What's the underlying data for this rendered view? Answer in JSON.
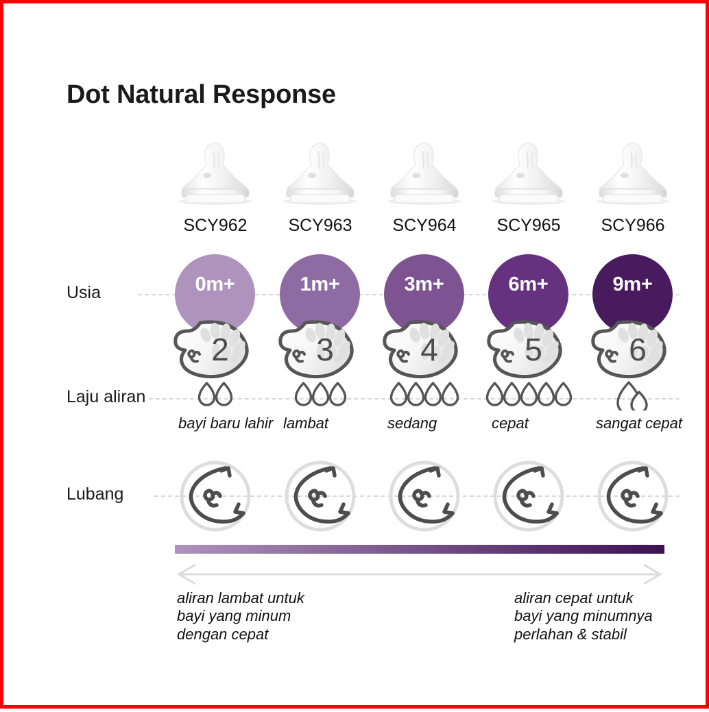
{
  "meta": {
    "title": "Dot Natural Response",
    "border_color": "#ff0000",
    "background": "#ffffff"
  },
  "rows": {
    "age_label": "Usia",
    "flow_label": "Laju aliran",
    "hole_label": "Lubang"
  },
  "columns": [
    {
      "code": "SCY962",
      "age": "0m+",
      "age_color": "#ae93bd",
      "nipple_number": "2",
      "drops": 2,
      "flow_text": "bayi\nbaru lahir",
      "nipple_icon": "nipple-schematic-icon",
      "drop_icon": "flow-drops-icon",
      "hole_icon": "nipple-hole-icon",
      "photo_icon": "nipple-photo"
    },
    {
      "code": "SCY963",
      "age": "1m+",
      "age_color": "#8f6ba3",
      "nipple_number": "3",
      "drops": 3,
      "flow_text": "lambat",
      "nipple_icon": "nipple-schematic-icon",
      "drop_icon": "flow-drops-icon",
      "hole_icon": "nipple-hole-icon",
      "photo_icon": "nipple-photo"
    },
    {
      "code": "SCY964",
      "age": "3m+",
      "age_color": "#7d5391",
      "nipple_number": "4",
      "drops": 4,
      "flow_text": "sedang",
      "nipple_icon": "nipple-schematic-icon",
      "drop_icon": "flow-drops-icon",
      "hole_icon": "nipple-hole-icon",
      "photo_icon": "nipple-photo"
    },
    {
      "code": "SCY965",
      "age": "6m+",
      "age_color": "#663280",
      "nipple_number": "5",
      "drops": 5,
      "flow_text": "cepat",
      "nipple_icon": "nipple-schematic-icon",
      "drop_icon": "flow-drops-icon",
      "hole_icon": "nipple-hole-icon",
      "photo_icon": "nipple-photo"
    },
    {
      "code": "SCY966",
      "age": "9m+",
      "age_color": "#481a5e",
      "nipple_number": "6",
      "drops": 1,
      "drop_style": "double-drop",
      "flow_text": "sangat\ncepat",
      "nipple_icon": "nipple-schematic-icon",
      "drop_icon": "flow-fast-drop-icon",
      "hole_icon": "nipple-hole-icon",
      "photo_icon": "nipple-photo"
    }
  ],
  "scale": {
    "gradient_from": "#ae93bd",
    "gradient_to": "#3c1152",
    "arrow_color": "#dcdcdc",
    "caption_left": "aliran lambat untuk\nbayi yang minum\ndengan cepat",
    "caption_right": "aliran cepat untuk\nbayi yang minumnya\nperlahan & stabil"
  }
}
